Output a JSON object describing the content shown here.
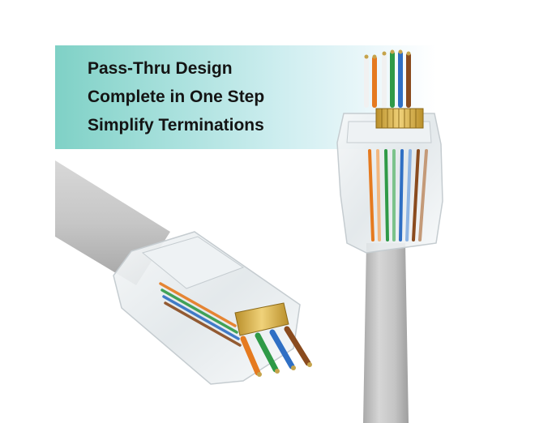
{
  "banner": {
    "lines": [
      "Pass-Thru Design",
      "Complete in One Step",
      "Simplify Terminations"
    ]
  },
  "colors": {
    "banner_start": "#7fd1c6",
    "banner_end": "#ffffff",
    "cable_gray": "#c9c9c9",
    "wire_orange": "#e57a1f",
    "wire_green": "#2f9a47",
    "wire_blue": "#2f6fc4",
    "wire_brown": "#8a4b1e",
    "gold_contacts": "#d8b144"
  },
  "image_subject": {
    "icons": [
      "rj45-connector-upright",
      "rj45-connector-angled",
      "gray-ethernet-cable"
    ]
  }
}
